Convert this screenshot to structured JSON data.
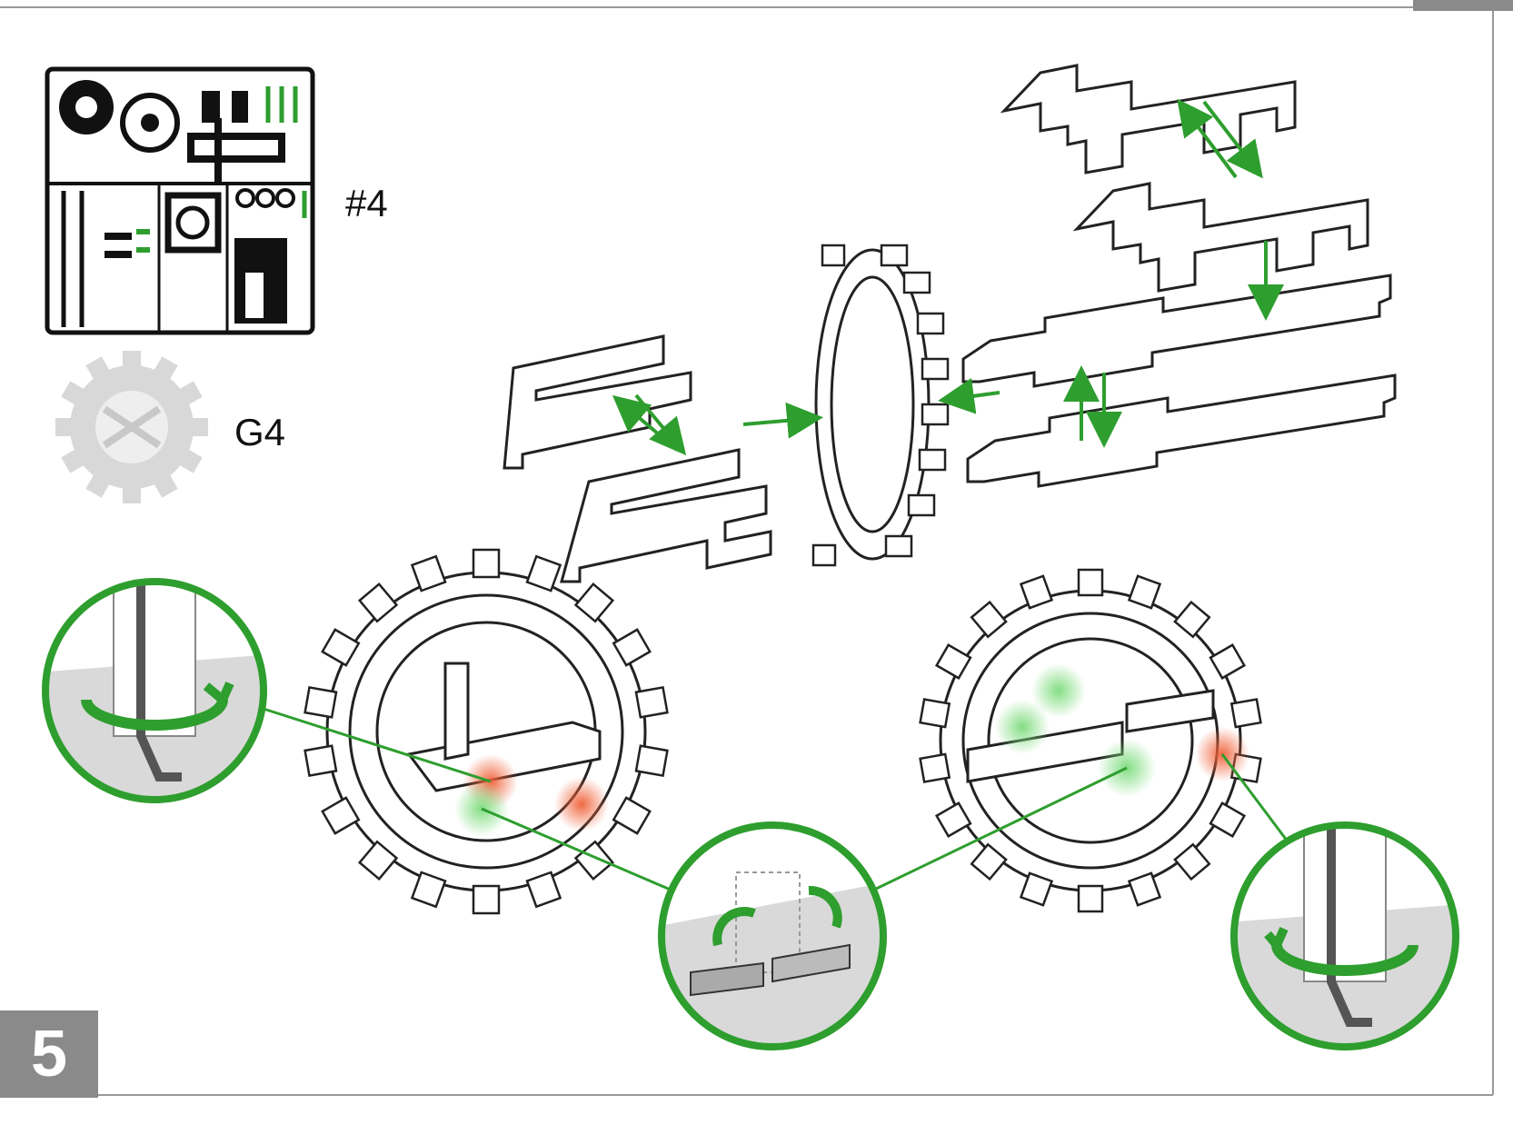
{
  "sheet": {
    "label": "#4"
  },
  "part": {
    "label": "G4"
  },
  "step": {
    "number": "5"
  },
  "colors": {
    "accent_green": "#2e9e2e",
    "glow_green": "#7ddc7d",
    "glow_red": "#f0623a",
    "line": "#222222",
    "badge_gray": "#8a8a8a",
    "base_gray": "#d9d9d9"
  }
}
